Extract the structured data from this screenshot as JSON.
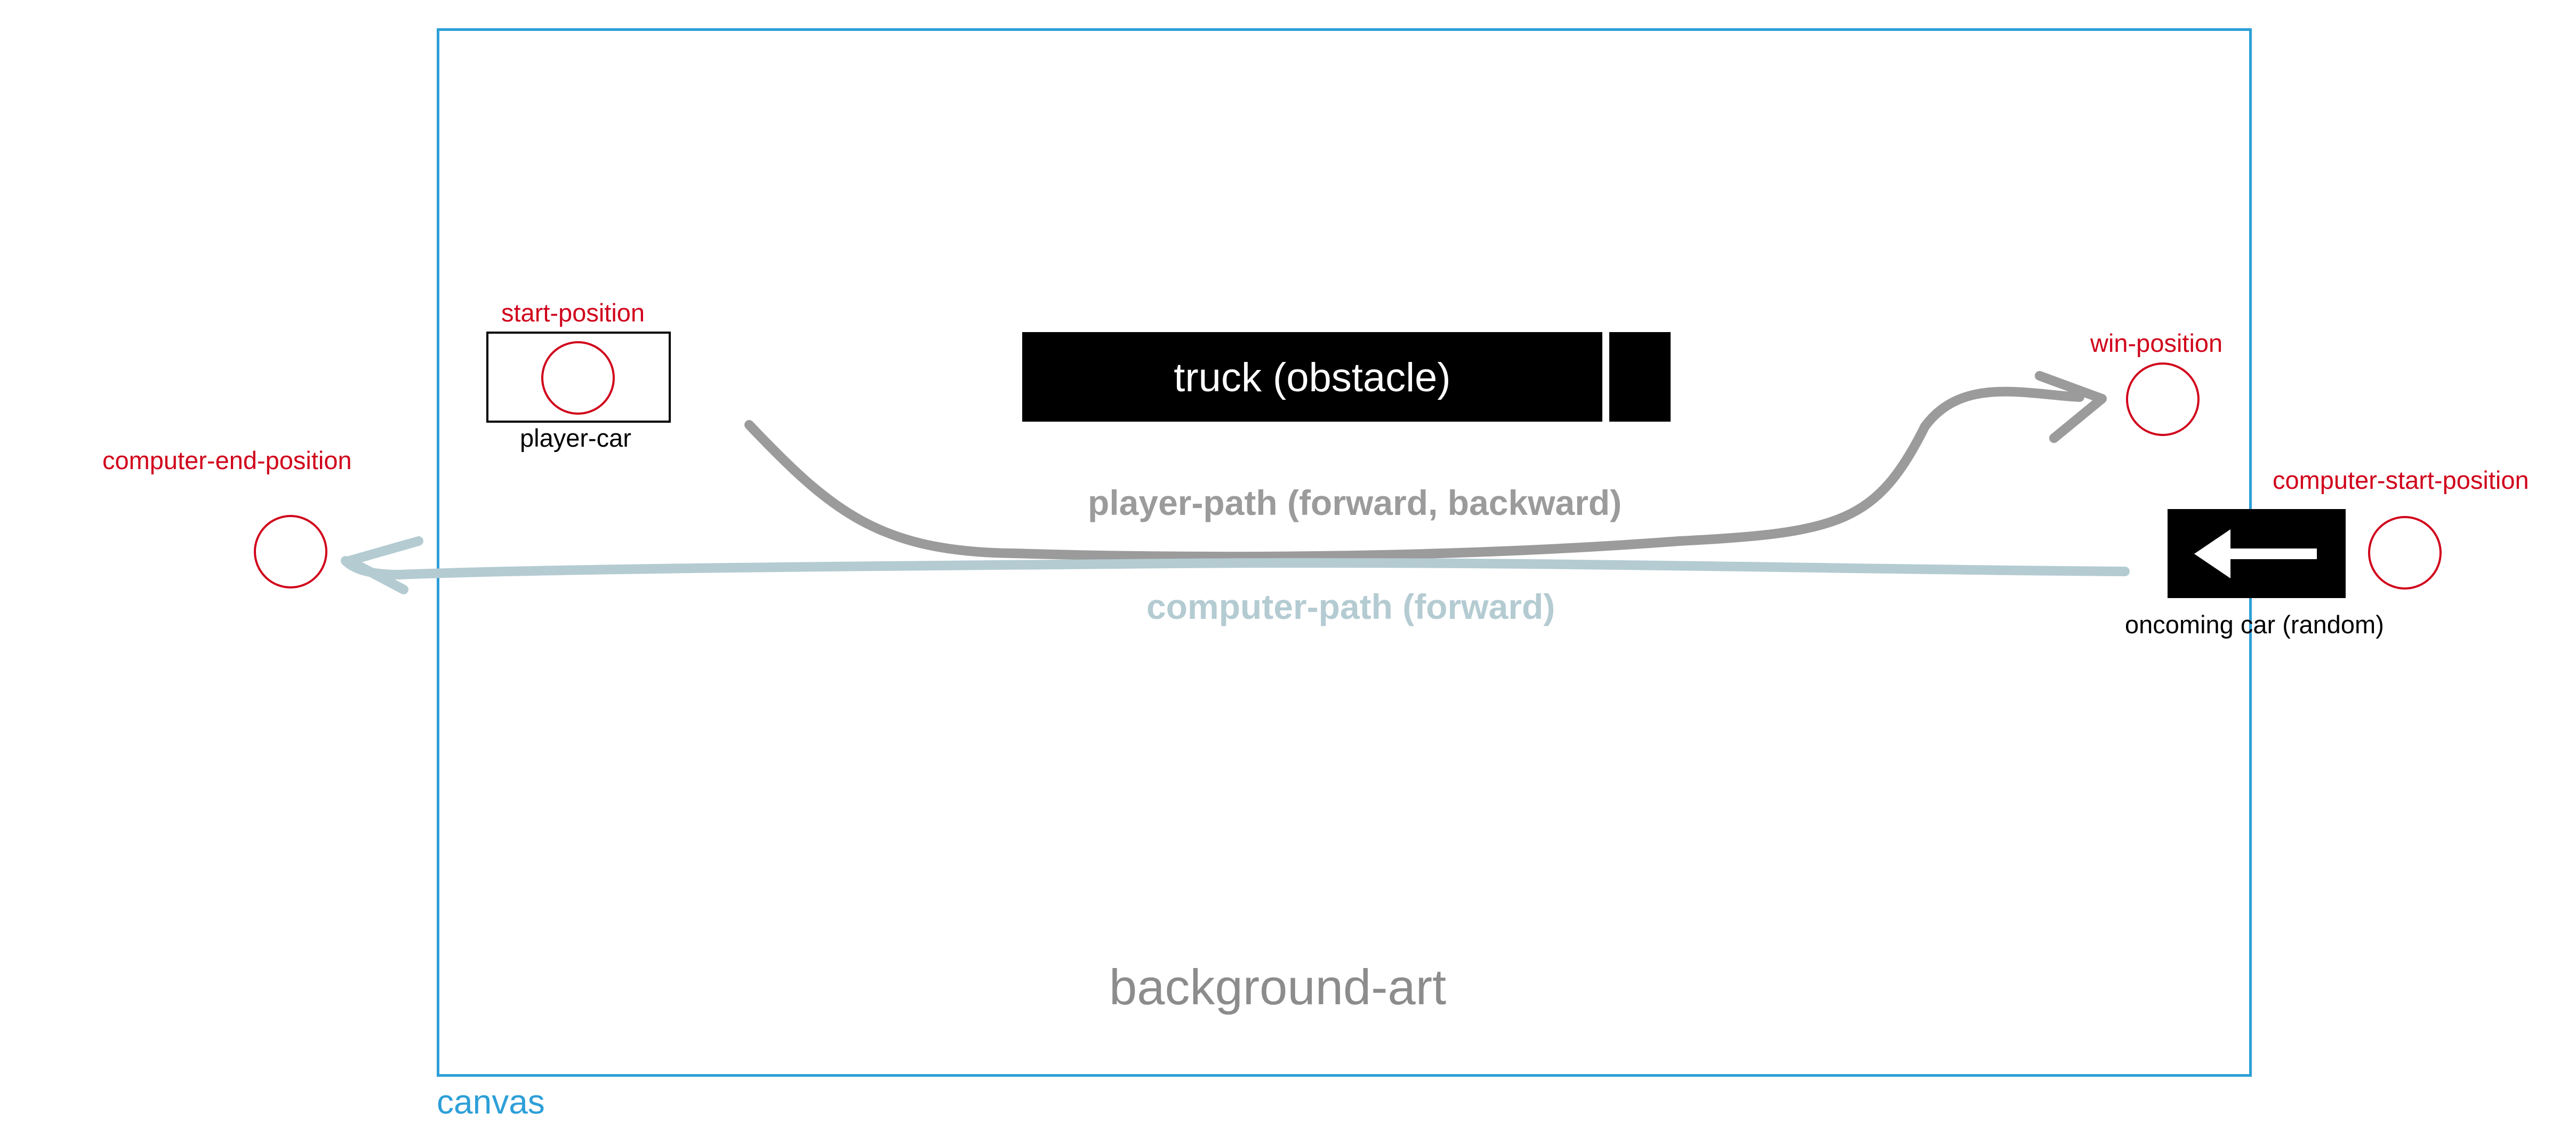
{
  "canvas": {
    "label": "canvas",
    "color": "#2d9fd8"
  },
  "background": {
    "label": "background-art"
  },
  "positions": {
    "start": "start-position",
    "win": "win-position",
    "computer_start": "computer-start-position",
    "computer_end": "computer-end-position",
    "color": "#d0021b"
  },
  "player_car": {
    "label": "player-car"
  },
  "truck": {
    "label": "truck (obstacle)"
  },
  "oncoming_car": {
    "label": "oncoming car (random)",
    "icon": "arrow-left-icon"
  },
  "paths": {
    "player": {
      "label": "player-path (forward, backward)",
      "color": "#9b9b9b"
    },
    "computer": {
      "label": "computer-path (forward)",
      "color": "#b4cbd2"
    }
  }
}
